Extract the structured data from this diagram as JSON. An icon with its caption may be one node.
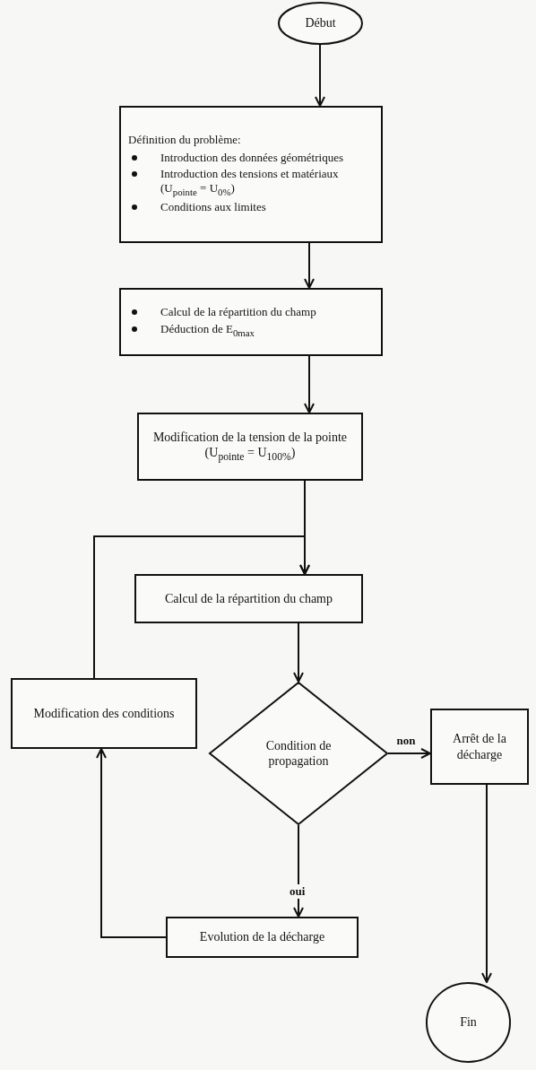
{
  "diagram": {
    "nodes": [
      {
        "text": [
          "Début"
        ]
      },
      {
        "text": [
          "Définition du problème:",
          "Introduction des données géométriques",
          "Introduction des tensions et matériaux (U$_{pointe}$ = U$_{0%}$)",
          "Conditions aux limites"
        ]
      },
      {
        "text": [
          "Calcul de la répartition du champ",
          "Déduction de E$_{0max}$"
        ]
      },
      {
        "text": [
          "Modification de la tension de la pointe",
          "(U$_{pointe}$ = U$_{100%}$)"
        ]
      },
      {
        "text": [
          "Calcul de la répartition du champ"
        ]
      },
      {
        "text": [
          "Modification des conditions"
        ]
      },
      {
        "text": [
          "Condition de propagation"
        ]
      },
      {
        "text": [
          "Arrêt de la décharge"
        ]
      },
      {
        "text": [
          "Evolution de la décharge"
        ]
      },
      {
        "text": [
          "Fin"
        ]
      }
    ],
    "edges": [
      {
        "from": 0,
        "to": 1,
        "arrow": "to"
      },
      {
        "from": 1,
        "to": 2,
        "arrow": "to"
      },
      {
        "from": 2,
        "to": 3,
        "arrow": "to"
      },
      {
        "from": 3,
        "to": 4,
        "arrow": "to"
      },
      {
        "from": 5,
        "to": 4,
        "arrow": "to"
      },
      {
        "from": 4,
        "to": 6,
        "arrow": "to"
      },
      {
        "from": 6,
        "to": 7,
        "arrow": "to",
        "label": "non"
      },
      {
        "from": 6,
        "to": 8,
        "arrow": "to",
        "label": "oui"
      },
      {
        "from": 8,
        "to": 5,
        "arrow": "to"
      },
      {
        "from": 7,
        "to": 9,
        "arrow": "to"
      }
    ]
  }
}
